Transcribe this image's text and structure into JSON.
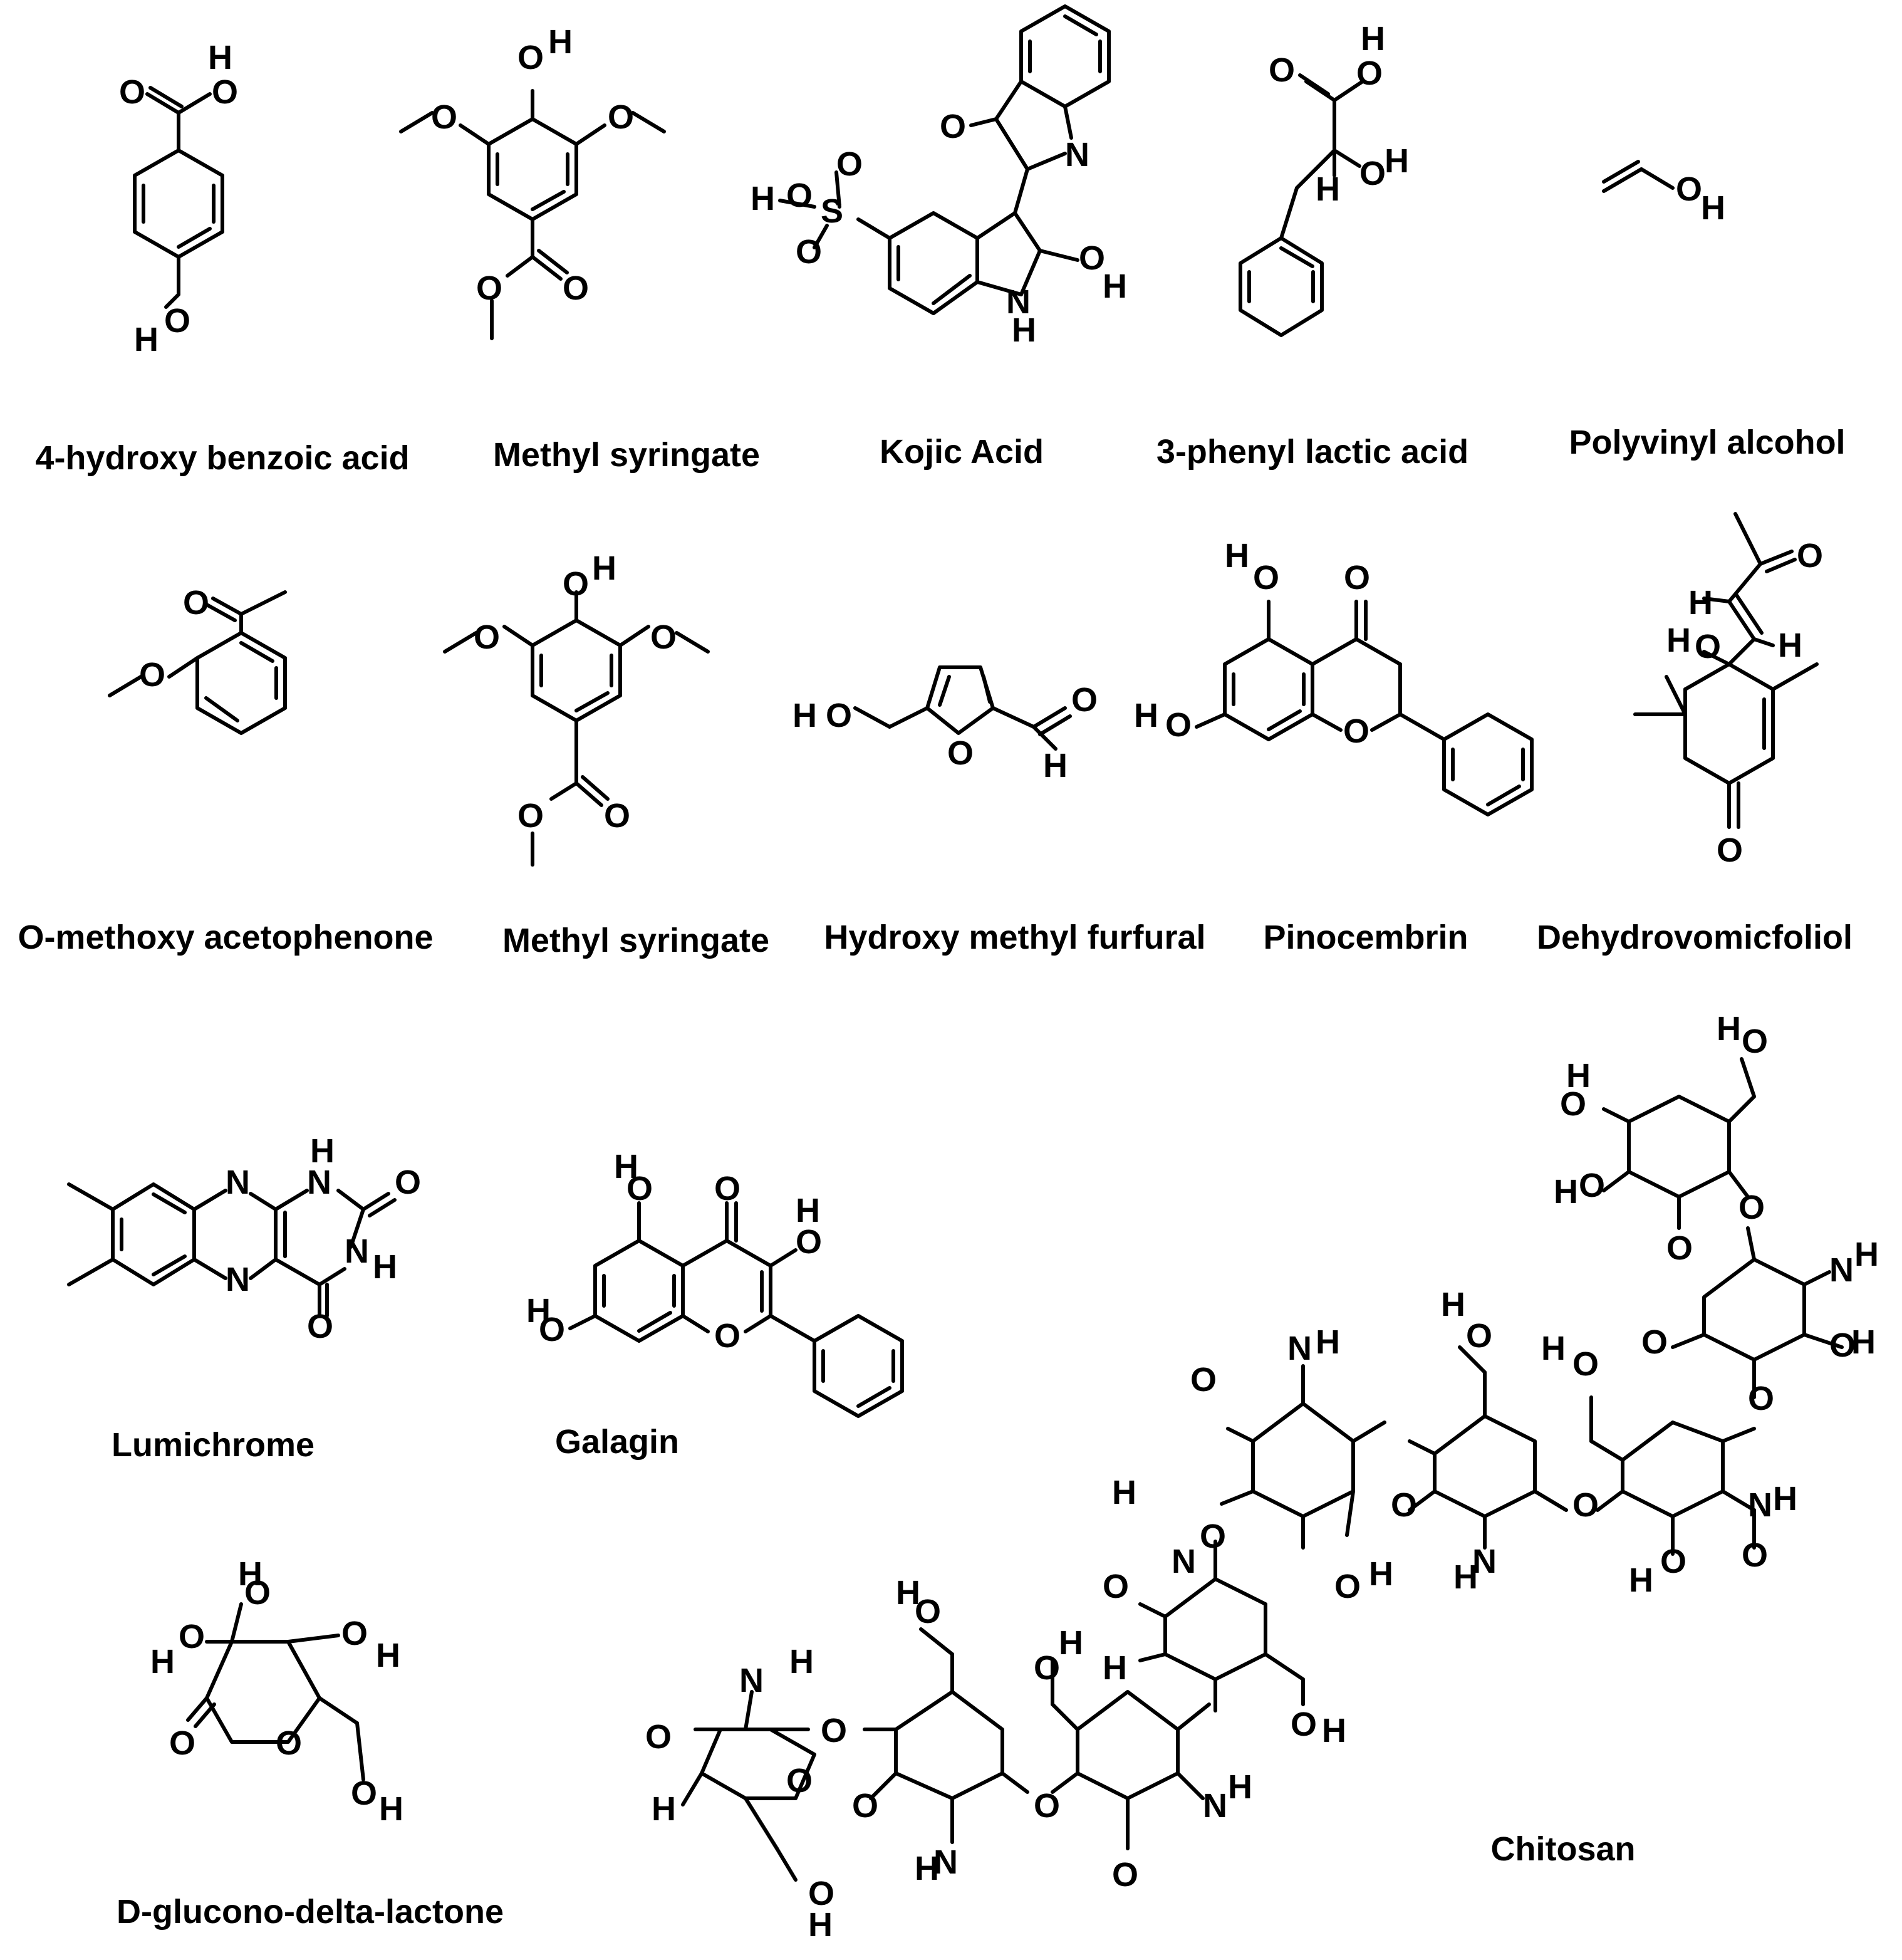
{
  "compounds": [
    {
      "name": "4-hydroxy  benzoic acid"
    },
    {
      "name": "Methyl syringate"
    },
    {
      "name": "Kojic Acid"
    },
    {
      "name": "3-phenyl  lactic acid"
    },
    {
      "name": "Polyvinyl alcohol"
    },
    {
      "name": "O-methoxy acetophenone"
    },
    {
      "name": "Methyl syringate"
    },
    {
      "name": "Hydroxy  methyl furfural"
    },
    {
      "name": "Pinocembrin"
    },
    {
      "name": "Dehydrovomicfoliol"
    },
    {
      "name": "Lumichrome"
    },
    {
      "name": "Galagin"
    },
    {
      "name": "D-glucono-delta-lactone"
    },
    {
      "name": "Chitosan"
    }
  ]
}
